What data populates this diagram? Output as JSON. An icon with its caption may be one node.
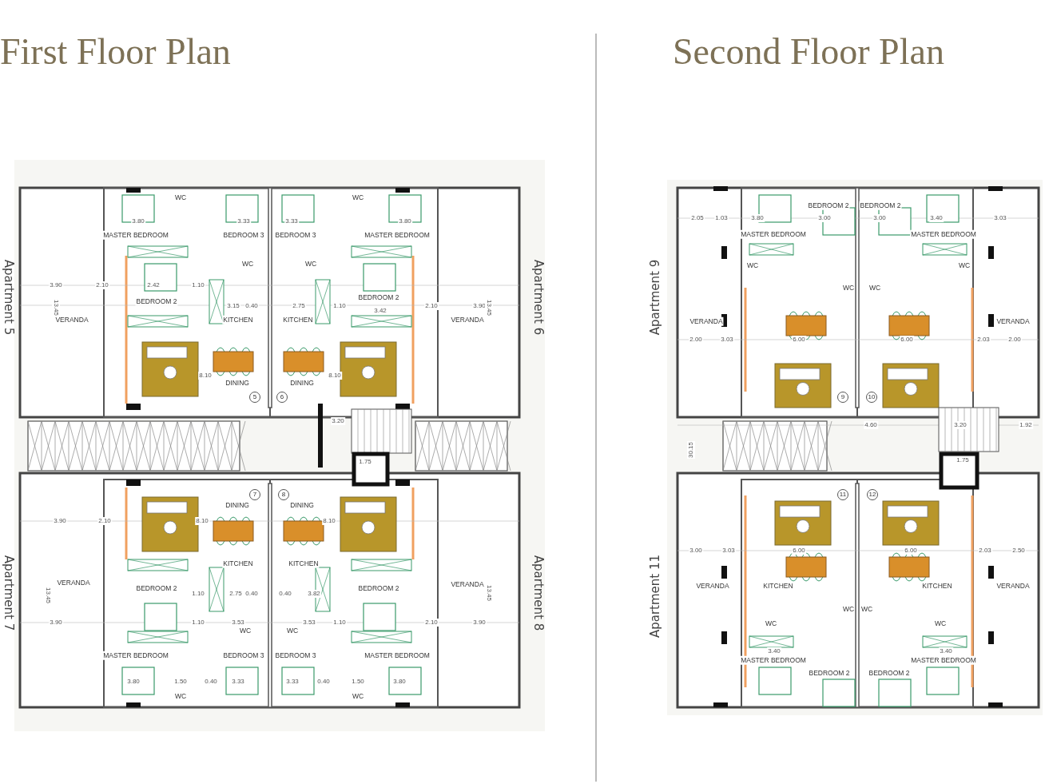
{
  "diagram": {
    "nodes": [
      {
        "text": [
          "First Floor Plan"
        ]
      },
      {
        "text": [
          "Second Floor Plan"
        ]
      }
    ],
    "labels": [
      "Apartment 5",
      "Apartment 6",
      "Apartment 7",
      "Apartment 8",
      "WC",
      "WC",
      "3.80",
      "3.33",
      "3.33",
      "3.80",
      "MASTER BEDROOM",
      "BEDROOM 3",
      "BEDROOM 3",
      "MASTER BEDROOM",
      "WC",
      "WC",
      "3.90",
      "2.10",
      "2.42",
      "1.10",
      "BEDROOM 2",
      "BEDROOM 2",
      "3.15",
      "0.40",
      "2.75",
      "1.10",
      "3.42",
      "2.10",
      "3.90",
      "13.45",
      "VERANDA",
      "KITCHEN",
      "KITCHEN",
      "VERANDA",
      "13.45",
      "8.10",
      "8.10",
      "DINING",
      "DINING",
      "5",
      "6",
      "3.20",
      "1.75",
      "7",
      "8",
      "DINING",
      "DINING",
      "3.90",
      "2.10",
      "8.10",
      "8.10",
      "KITCHEN",
      "KITCHEN",
      "13.45",
      "VERANDA",
      "VERANDA",
      "13.45",
      "BEDROOM 2",
      "BEDROOM 2",
      "1.10",
      "2.75",
      "0.40",
      "0.40",
      "3.82",
      "3.90",
      "1.10",
      "3.53",
      "3.53",
      "1.10",
      "2.10",
      "3.90",
      "WC",
      "WC",
      "MASTER BEDROOM",
      "BEDROOM 3",
      "BEDROOM 3",
      "MASTER BEDROOM",
      "3.80",
      "1.50",
      "0.40",
      "3.33",
      "3.33",
      "0.40",
      "1.50",
      "3.80",
      "WC",
      "WC",
      "Apartment 9",
      "Apartment 11",
      "BEDROOM 2",
      "BEDROOM 2",
      "2.05",
      "1.03",
      "3.80",
      "3.00",
      "3.00",
      "3.40",
      "3.03",
      "MASTER BEDROOM",
      "MASTER BEDROOM",
      "WC",
      "WC",
      "WC",
      "WC",
      "VERANDA",
      "VERANDA",
      "2.00",
      "3.03",
      "6.00",
      "6.00",
      "2.03",
      "2.00",
      "9",
      "10",
      "4.60",
      "3.20",
      "1.92",
      "30.15",
      "1.75",
      "11",
      "12",
      "3.00",
      "3.03",
      "6.00",
      "6.00",
      "2.03",
      "2.50",
      "VERANDA",
      "KITCHEN",
      "KITCHEN",
      "VERANDA",
      "WC",
      "WC",
      "WC",
      "WC",
      "3.40",
      "3.40",
      "MASTER BEDROOM",
      "BEDROOM 2",
      "BEDROOM 2",
      "MASTER BEDROOM"
    ]
  }
}
